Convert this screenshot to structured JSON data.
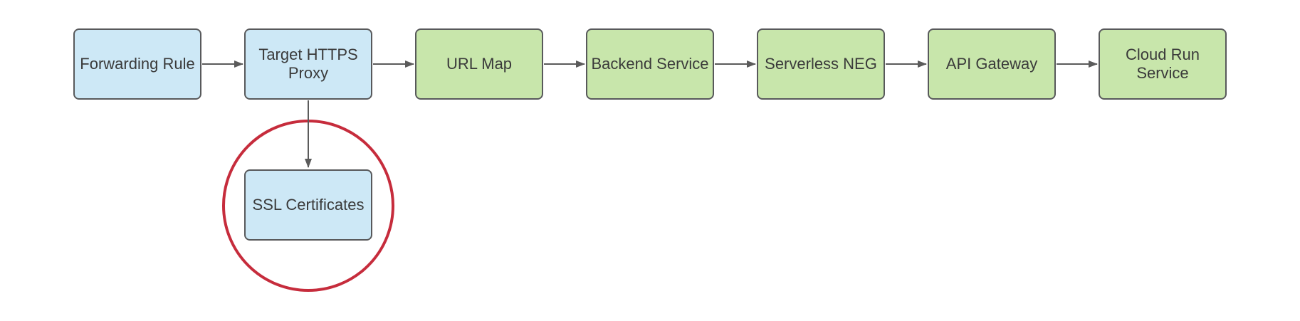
{
  "diagram": {
    "nodes": [
      {
        "id": "forwarding-rule",
        "label": "Forwarding Rule",
        "fill": "#cde8f6"
      },
      {
        "id": "target-https-proxy",
        "label": "Target HTTPS\nProxy",
        "fill": "#cde8f6"
      },
      {
        "id": "url-map",
        "label": "URL Map",
        "fill": "#c8e6ab"
      },
      {
        "id": "backend-service",
        "label": "Backend Service",
        "fill": "#c8e6ab"
      },
      {
        "id": "serverless-neg",
        "label": "Serverless NEG",
        "fill": "#c8e6ab"
      },
      {
        "id": "api-gateway",
        "label": "API Gateway",
        "fill": "#c8e6ab"
      },
      {
        "id": "cloud-run-service",
        "label": "Cloud Run\nService",
        "fill": "#c8e6ab"
      },
      {
        "id": "ssl-certificates",
        "label": "SSL Certificates",
        "fill": "#cde8f6"
      }
    ],
    "edges": [
      {
        "from": "forwarding-rule",
        "to": "target-https-proxy"
      },
      {
        "from": "target-https-proxy",
        "to": "url-map"
      },
      {
        "from": "url-map",
        "to": "backend-service"
      },
      {
        "from": "backend-service",
        "to": "serverless-neg"
      },
      {
        "from": "serverless-neg",
        "to": "api-gateway"
      },
      {
        "from": "api-gateway",
        "to": "cloud-run-service"
      },
      {
        "from": "target-https-proxy",
        "to": "ssl-certificates"
      }
    ],
    "annotation": {
      "shape": "circle",
      "around": "ssl-certificates",
      "color": "#c62c3c"
    },
    "colors": {
      "node_blue_fill": "#cde8f6",
      "node_green_fill": "#c8e6ab",
      "node_border": "#58595b",
      "connector": "#5b5b5b",
      "text": "#3a3a3a",
      "highlight_red": "#c62c3c",
      "background": "#ffffff"
    }
  }
}
